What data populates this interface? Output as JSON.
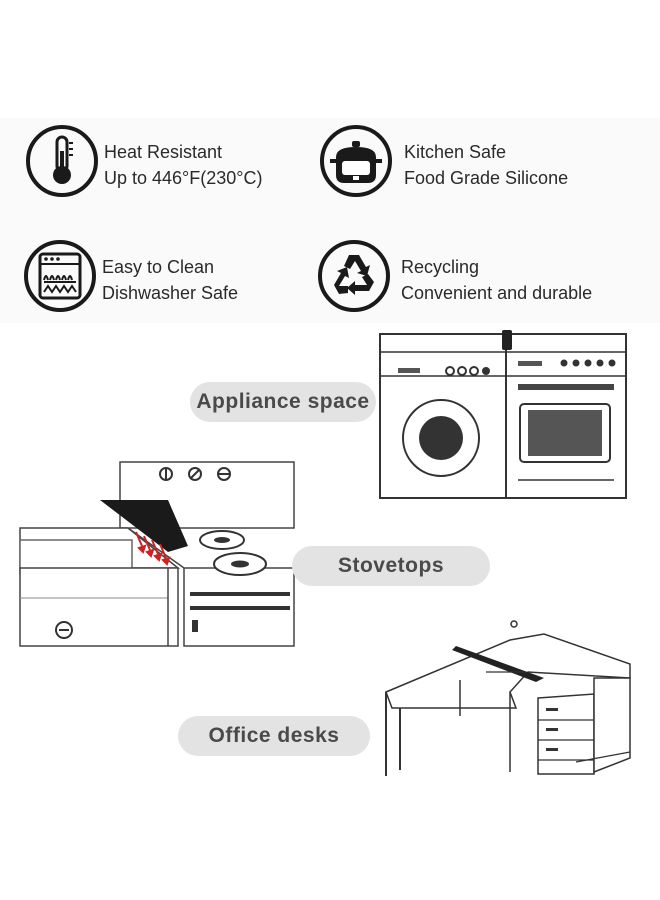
{
  "features": [
    {
      "icon": "thermometer-icon",
      "line1": "Heat Resistant",
      "line2": "Up to 446°F(230°C)"
    },
    {
      "icon": "cooker-icon",
      "line1": "Kitchen Safe",
      "line2": "Food Grade Silicone"
    },
    {
      "icon": "dishwasher-icon",
      "line1": "Easy to Clean",
      "line2": "Dishwasher Safe"
    },
    {
      "icon": "recycle-icon",
      "line1": "Recycling",
      "line2": "Convenient and durable"
    }
  ],
  "uses": [
    {
      "label": "Appliance space",
      "illustration": "washer-and-oven"
    },
    {
      "label": "Stovetops",
      "illustration": "stove-counter-gap"
    },
    {
      "label": "Office desks",
      "illustration": "l-shaped-desk"
    }
  ],
  "colors": {
    "pill_bg": "#e3e3e3",
    "pill_text": "#4a4a4a",
    "icon": "#1a1a1a",
    "accent_arrows": "#cc2222"
  }
}
